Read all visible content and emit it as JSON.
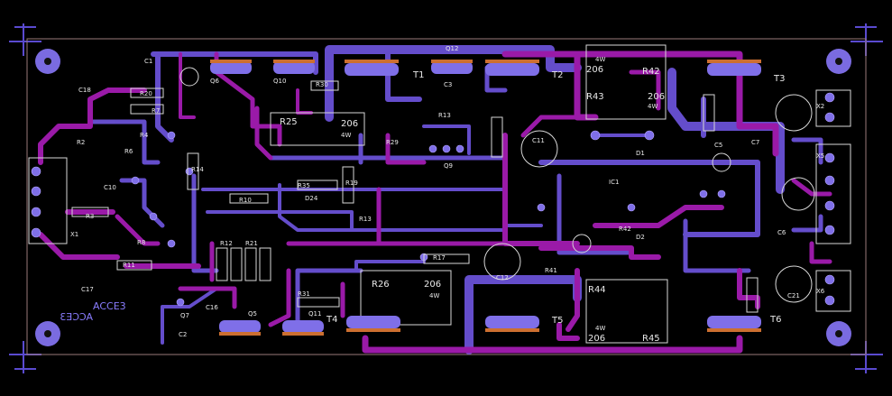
{
  "board": {
    "logo_top": "ACCE3",
    "logo_mirror": "ACCE3"
  },
  "labels": {
    "c18": "C18",
    "r20": "R20",
    "r7": "R7",
    "c1": "C1",
    "q6": "Q6",
    "q10": "Q10",
    "r30": "R30",
    "t1": "T1",
    "q12": "Q12",
    "c3": "C3",
    "r13": "R13",
    "q9": "Q9",
    "t2": "T2",
    "r42": "R42",
    "r43": "R43",
    "t3": "T3",
    "r25": "R25",
    "p206a": "206",
    "p4wa": "4W",
    "r29": "R29",
    "r4": "R4",
    "r6": "R6",
    "r2": "R2",
    "r3": "R3",
    "r14": "R14",
    "r10": "R10",
    "r35": "R35",
    "d24": "D24",
    "r19": "R19",
    "r13b": "R13",
    "c11": "C11",
    "d1": "D1",
    "c5": "C5",
    "c7": "C7",
    "c10": "C10",
    "r8": "R8",
    "r11": "R11",
    "c17": "C17",
    "r26": "R26",
    "r17": "R17",
    "c12": "C12",
    "r44": "R44",
    "r45": "R45",
    "t4": "T4",
    "t5": "T5",
    "t6": "T6",
    "r31": "R31",
    "q11": "Q11",
    "q5": "Q5",
    "c16": "C16",
    "c2": "C2",
    "q7": "Q7",
    "r12": "R12",
    "r21": "R21",
    "r41": "R41",
    "c21": "C21",
    "c6": "C6",
    "ic1": "IC1",
    "r42b": "R42",
    "d2": "D2",
    "p4wb": "4W",
    "p206b": "206",
    "p206c": "206",
    "p4wc": "4W",
    "p206d": "206",
    "p4wd": "4W",
    "p206e": "206",
    "p4we": "4W",
    "x1": "X1",
    "x2": "X2",
    "x5": "X5",
    "x6": "X6"
  }
}
